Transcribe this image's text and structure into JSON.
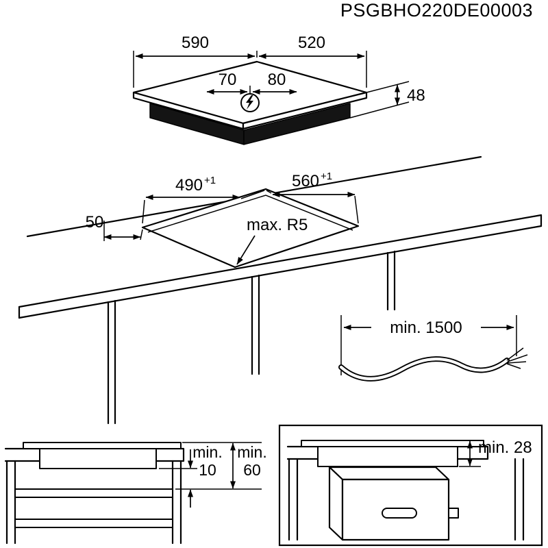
{
  "product_code": "PSGBHO220DE00003",
  "colors": {
    "ink": "#000000",
    "background": "#ffffff"
  },
  "hob": {
    "width": "590",
    "depth": "520",
    "mains_offset_a": "70",
    "mains_offset_b": "80",
    "height": "48"
  },
  "cutout": {
    "depth": "490",
    "depth_tol": "+1",
    "width": "560",
    "width_tol": "+1",
    "rear_distance": "50",
    "corner_radius": "max. R5"
  },
  "cable": {
    "min_length": "min. 1500"
  },
  "drawer_clearance": {
    "min_a": "min.",
    "value_a": "10",
    "min_b": "min.",
    "value_b": "60"
  },
  "oven_clearance": {
    "value": "min. 28"
  }
}
